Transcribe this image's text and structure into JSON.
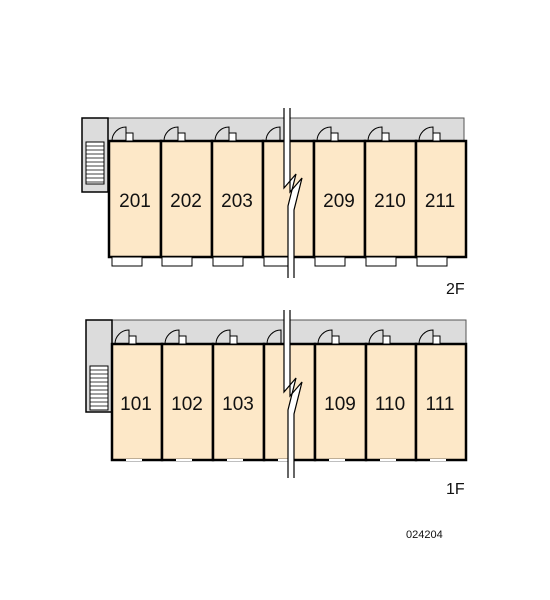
{
  "floors": [
    {
      "label": "2F",
      "units": [
        "201",
        "202",
        "203",
        "",
        "209",
        "210",
        "211"
      ]
    },
    {
      "label": "1F",
      "units": [
        "101",
        "102",
        "103",
        "",
        "109",
        "110",
        "111"
      ]
    }
  ],
  "drawing_code": "024204",
  "colors": {
    "unit_fill": "#fde8c8",
    "corridor_fill": "#dcdcdc",
    "wall": "#000000"
  }
}
